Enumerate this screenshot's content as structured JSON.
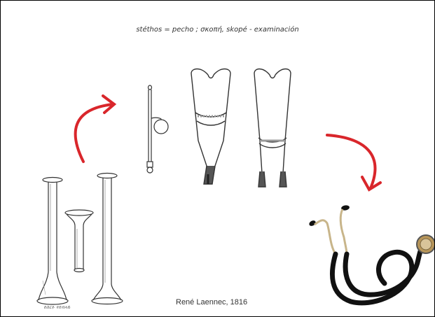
{
  "slide": {
    "etymology": "stéthos = pecho ; σκοπή, skopé - examinación",
    "caption": "René Laennec, 1816",
    "trumpet_caption": "ሰስርዮ የሰብላይ"
  },
  "colors": {
    "arrow": "#d9262b",
    "drawing": "#333333",
    "tubing": "#111111",
    "chestpiece": "#b8965a",
    "binaural": "#c8b58a"
  }
}
